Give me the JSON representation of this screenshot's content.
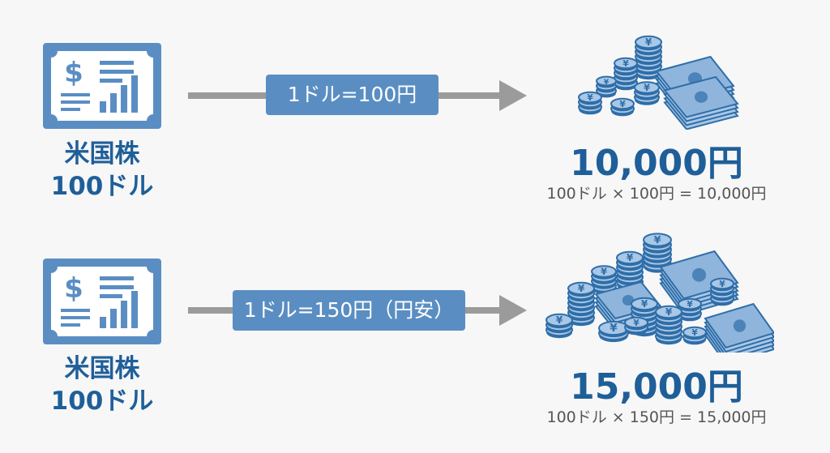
{
  "colors": {
    "icon": "#5a8ec3",
    "text_blue": "#1f5f99",
    "arrow": "#9b9b9b",
    "formula": "#555555"
  },
  "rows": [
    {
      "stock_label_1": "米国株",
      "stock_label_2": "100ドル",
      "rate": "1ドル=100円",
      "amount": "10,000円",
      "formula": "100ドル × 100円 = 10,000円"
    },
    {
      "stock_label_1": "米国株",
      "stock_label_2": "100ドル",
      "rate": "1ドル=150円（円安）",
      "amount": "15,000円",
      "formula": "100ドル × 150円 = 15,000円"
    }
  ],
  "icons": {
    "certificate": "stock-certificate-icon",
    "money": "yen-money-pile-icon",
    "coin_symbol": "¥",
    "dollar_symbol": "$"
  }
}
